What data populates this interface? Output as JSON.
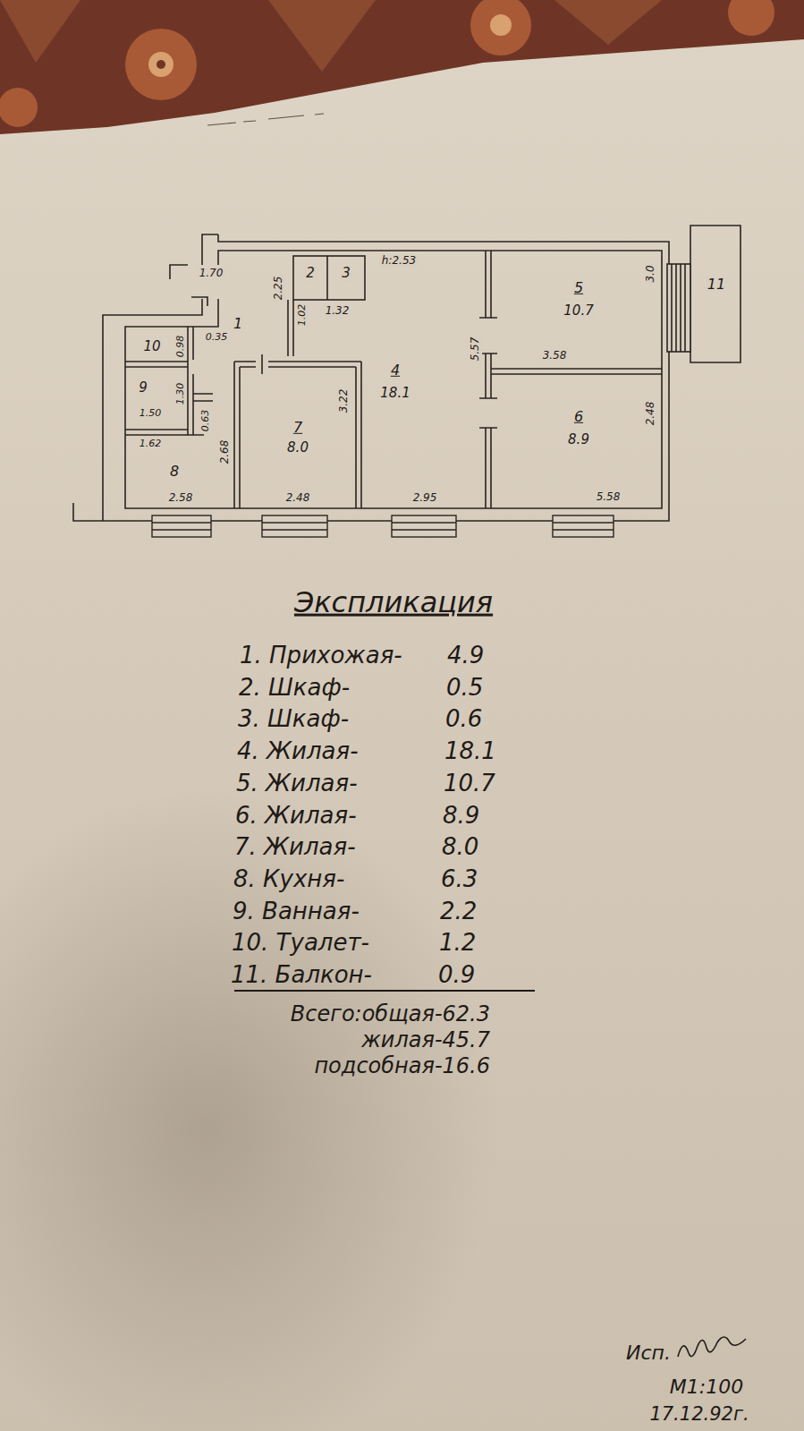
{
  "diagram": {
    "title": "Экспликация",
    "labels": [
      "1.70",
      "2.25",
      "2",
      "3",
      "h:2.53",
      "1.02",
      "1.32",
      "1",
      "0.35",
      "10",
      "0.98",
      "9",
      "1.30",
      "0.63",
      "1.50",
      "1.62",
      "8",
      "2.68",
      "2.58",
      "7",
      "8.0",
      "3.22",
      "2.48",
      "4",
      "18.1",
      "5.57",
      "2.95",
      "5",
      "10.7",
      "3.0",
      "11",
      "3.58",
      "6",
      "8.9",
      "2.48",
      "5.58",
      "1. Прихожая-",
      "4.9",
      "2. Шкаф-",
      "0.5",
      "3. Шкаф-",
      "0.6",
      "4. Жилая-",
      "18.1",
      "5. Жилая-",
      "10.7",
      "6. Жилая-",
      "8.9",
      "7. Жилая-",
      "8.0",
      "8. Кухня-",
      "6.3",
      "9. Ванная-",
      "2.2",
      "10. Туалет-",
      "1.2",
      "11. Балкон-",
      "0.9",
      "Всего:общая-62.3",
      "жилая-45.7",
      "подсобная-16.6",
      "Исп.",
      "М1:100",
      "17.12.92г."
    ]
  }
}
